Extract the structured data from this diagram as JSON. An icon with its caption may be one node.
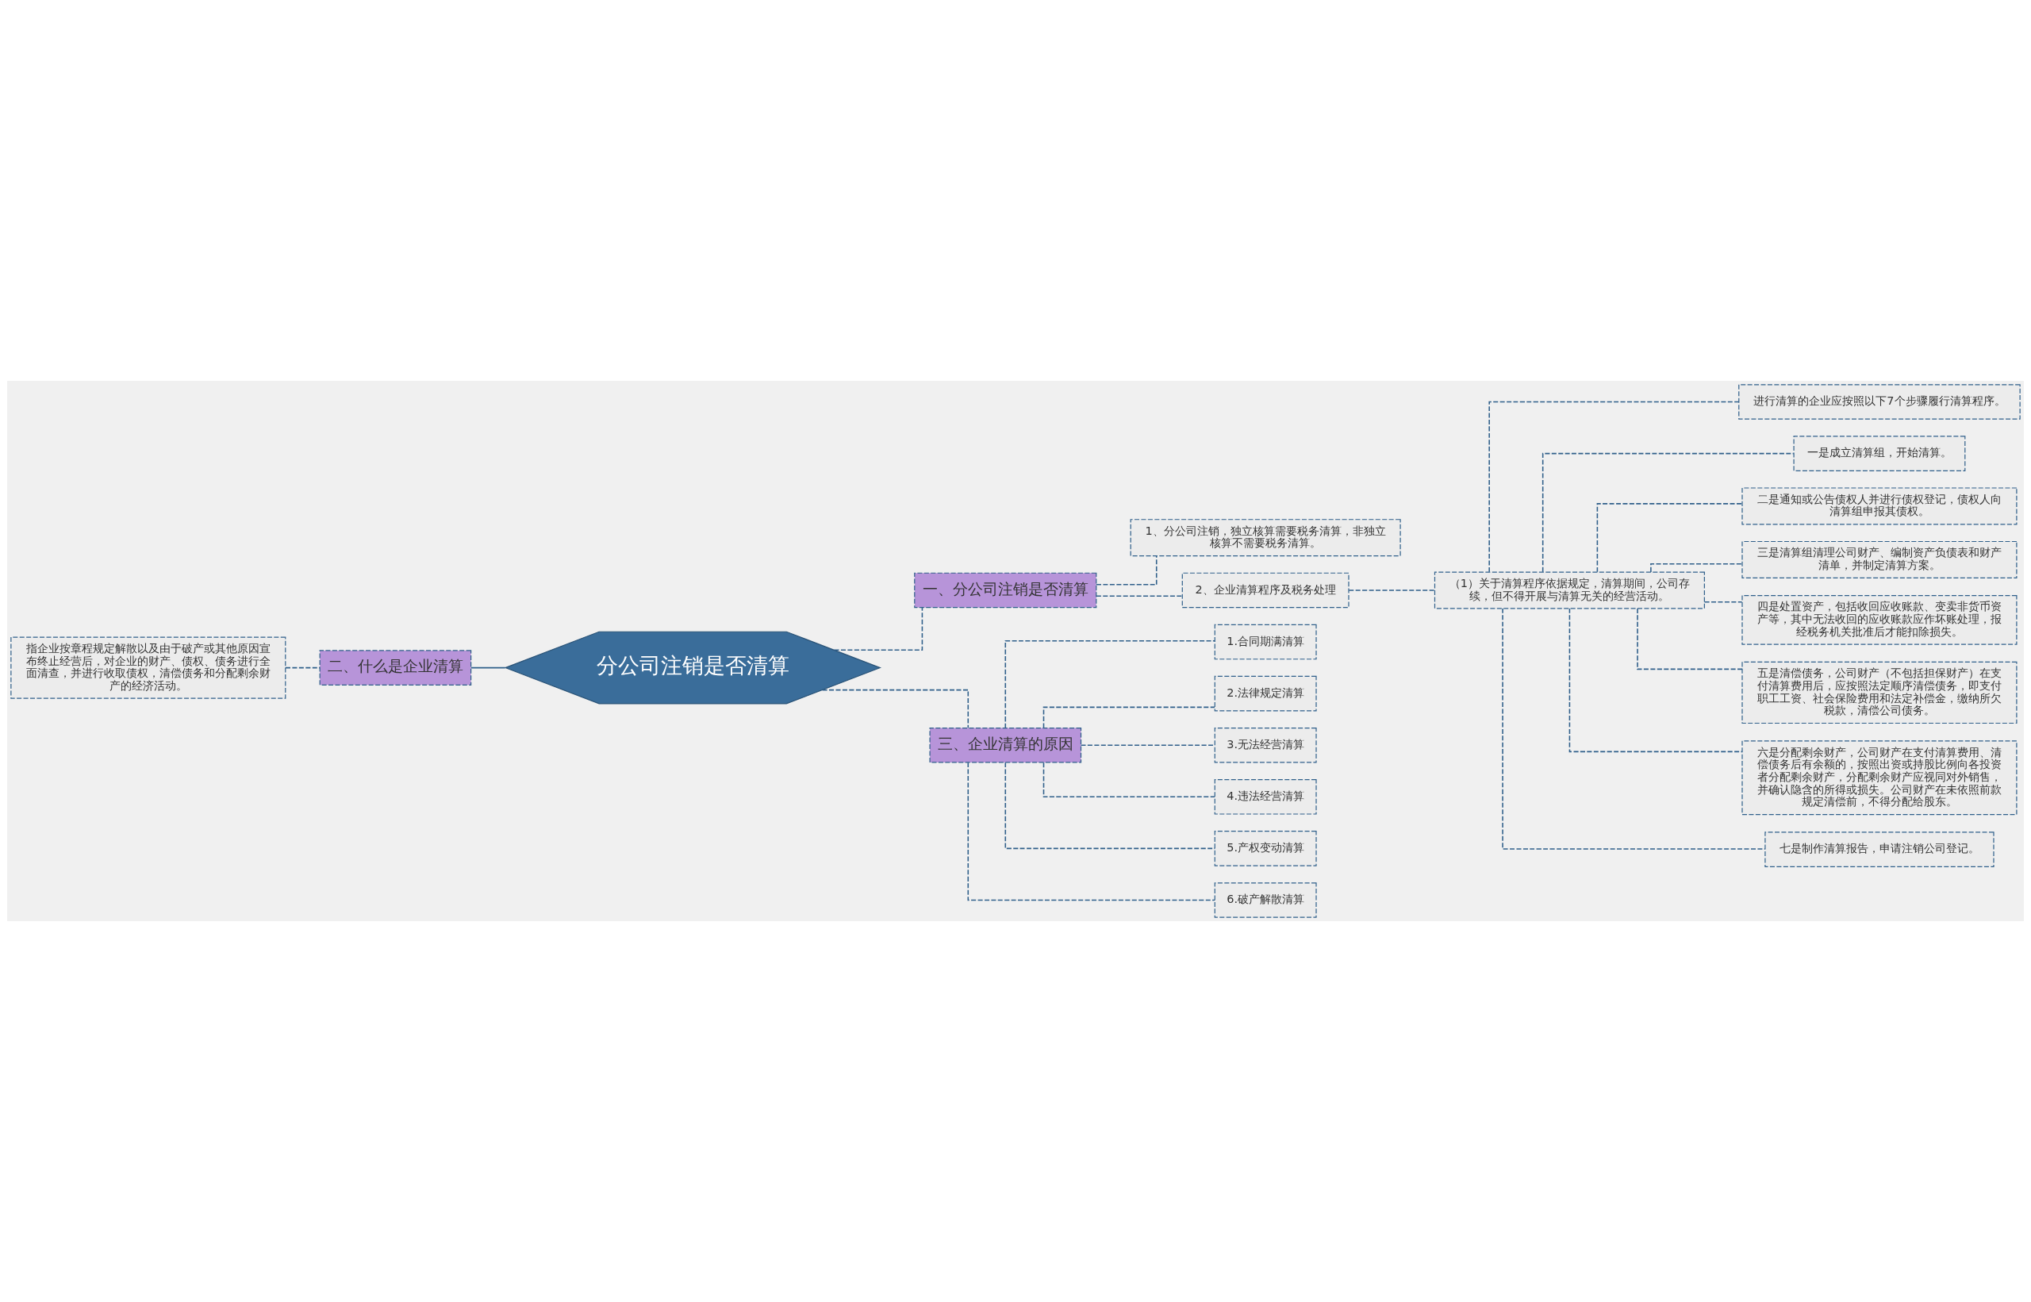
{
  "diagram": {
    "nodes": [
      {
        "text": [
          "分公司注销是否清算"
        ]
      },
      {
        "text": [
          "一、分公司注销是否清算"
        ]
      },
      {
        "text": [
          "1、分公司注销，独立核算需要税务清算，非独立核算不需要税务清算。"
        ]
      },
      {
        "text": [
          "2、企业清算程序及税务处理"
        ]
      },
      {
        "text": [
          "（1）关于清算程序依据规定，清算期间，公司存续，但不得开展与清算无关的经营活动。"
        ]
      },
      {
        "text": [
          "进行清算的企业应按照以下7个步骤履行清算程序。"
        ]
      },
      {
        "text": [
          "一是成立清算组，开始清算。"
        ]
      },
      {
        "text": [
          "二是通知或公告债权人并进行债权登记，债权人向清算组申报其债权。"
        ]
      },
      {
        "text": [
          "三是清算组清理公司财产、编制资产负债表和财产清单，并制定清算方案。"
        ]
      },
      {
        "text": [
          "四是处置资产，包括收回应收账款、变卖非货币资产等，其中无法收回的应收账款应作坏账处理，报经税务机关批准后才能扣除损失。"
        ]
      },
      {
        "text": [
          "五是清偿债务，公司财产（不包括担保财产）在支付清算费用后，应按照法定顺序清偿债务，即支付职工工资、社会保险费用和法定补偿金，缴纳所欠税款，清偿公司债务。"
        ]
      },
      {
        "text": [
          "六是分配剩余财产，公司财产在支付清算费用、清偿债务后有余额的，按照出资或持股比例向各投资者分配剩余财产，分配剩余财产应视同对外销售，并确认隐含的所得或损失。公司财产在未依照前款规定清偿前，不得分配给股东。"
        ]
      },
      {
        "text": [
          "七是制作清算报告，申请注销公司登记。"
        ]
      },
      {
        "text": [
          "二、什么是企业清算"
        ]
      },
      {
        "text": [
          "指企业按章程规定解散以及由于破产或其他原因宣布终止经营后，对企业的财产、债权、债务进行全面清查，并进行收取债权，清偿债务和分配剩余财产的经济活动。"
        ]
      },
      {
        "text": [
          "三、企业清算的原因"
        ]
      },
      {
        "text": [
          "1.合同期满清算"
        ]
      },
      {
        "text": [
          "2.法律规定清算"
        ]
      },
      {
        "text": [
          "3.无法经营清算"
        ]
      },
      {
        "text": [
          "4.违法经营清算"
        ]
      },
      {
        "text": [
          "5.产权变动清算"
        ]
      },
      {
        "text": [
          "6.破产解散清算"
        ]
      }
    ],
    "edges": [
      {
        "from": 0,
        "to": 1,
        "arrow": "none",
        "style": "dashed"
      },
      {
        "from": 1,
        "to": 2,
        "arrow": "none",
        "style": "dashed"
      },
      {
        "from": 1,
        "to": 3,
        "arrow": "none",
        "style": "dashed"
      },
      {
        "from": 3,
        "to": 4,
        "arrow": "none",
        "style": "dashed"
      },
      {
        "from": 4,
        "to": 5,
        "arrow": "none",
        "style": "dashed"
      },
      {
        "from": 4,
        "to": 6,
        "arrow": "none",
        "style": "dashed"
      },
      {
        "from": 4,
        "to": 7,
        "arrow": "none",
        "style": "dashed"
      },
      {
        "from": 4,
        "to": 8,
        "arrow": "none",
        "style": "dashed"
      },
      {
        "from": 4,
        "to": 9,
        "arrow": "none",
        "style": "dashed"
      },
      {
        "from": 4,
        "to": 10,
        "arrow": "none",
        "style": "dashed"
      },
      {
        "from": 4,
        "to": 11,
        "arrow": "none",
        "style": "dashed"
      },
      {
        "from": 4,
        "to": 12,
        "arrow": "none",
        "style": "dashed"
      },
      {
        "from": 0,
        "to": 13,
        "arrow": "none"
      },
      {
        "from": 13,
        "to": 14,
        "arrow": "none",
        "style": "dashed"
      },
      {
        "from": 0,
        "to": 15,
        "arrow": "none",
        "style": "dashed"
      },
      {
        "from": 15,
        "to": 16,
        "arrow": "none",
        "style": "dashed"
      },
      {
        "from": 15,
        "to": 17,
        "arrow": "none",
        "style": "dashed"
      },
      {
        "from": 15,
        "to": 18,
        "arrow": "none",
        "style": "dashed"
      },
      {
        "from": 15,
        "to": 19,
        "arrow": "none",
        "style": "dashed"
      },
      {
        "from": 15,
        "to": 20,
        "arrow": "none",
        "style": "dashed"
      },
      {
        "from": 15,
        "to": 21,
        "arrow": "none",
        "style": "dashed"
      }
    ]
  }
}
